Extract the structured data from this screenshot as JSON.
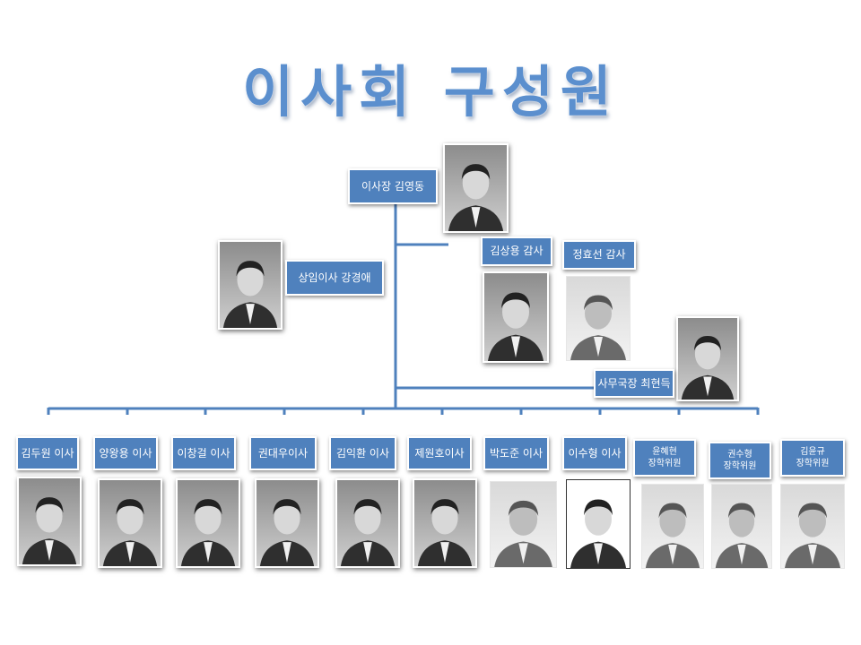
{
  "title": "이사회 구성원",
  "colors": {
    "line": "#4f81bd",
    "box": "#4f81bd",
    "title": "#5b8fce"
  },
  "chair": {
    "label": "이사장 김영동"
  },
  "standing": {
    "label": "상임이사 강경애"
  },
  "auditors": [
    {
      "label": "김상용 감사"
    },
    {
      "label": "정효선 감사"
    }
  ],
  "secretary": {
    "label": "사무국장 최현득"
  },
  "members": [
    {
      "name": "김두원 이사"
    },
    {
      "name": "양왕용 이사"
    },
    {
      "name": "이창걸 이사"
    },
    {
      "name": "권대우이사"
    },
    {
      "name": "김익환 이사"
    },
    {
      "name": "제원호이사"
    },
    {
      "name": "박도준 이사"
    },
    {
      "name": "이수형 이사"
    },
    {
      "name": "윤혜현",
      "role": "장학위원"
    },
    {
      "name": "권수형",
      "role": "장학위원"
    },
    {
      "name": "김윤규",
      "role": "장학위원"
    }
  ]
}
